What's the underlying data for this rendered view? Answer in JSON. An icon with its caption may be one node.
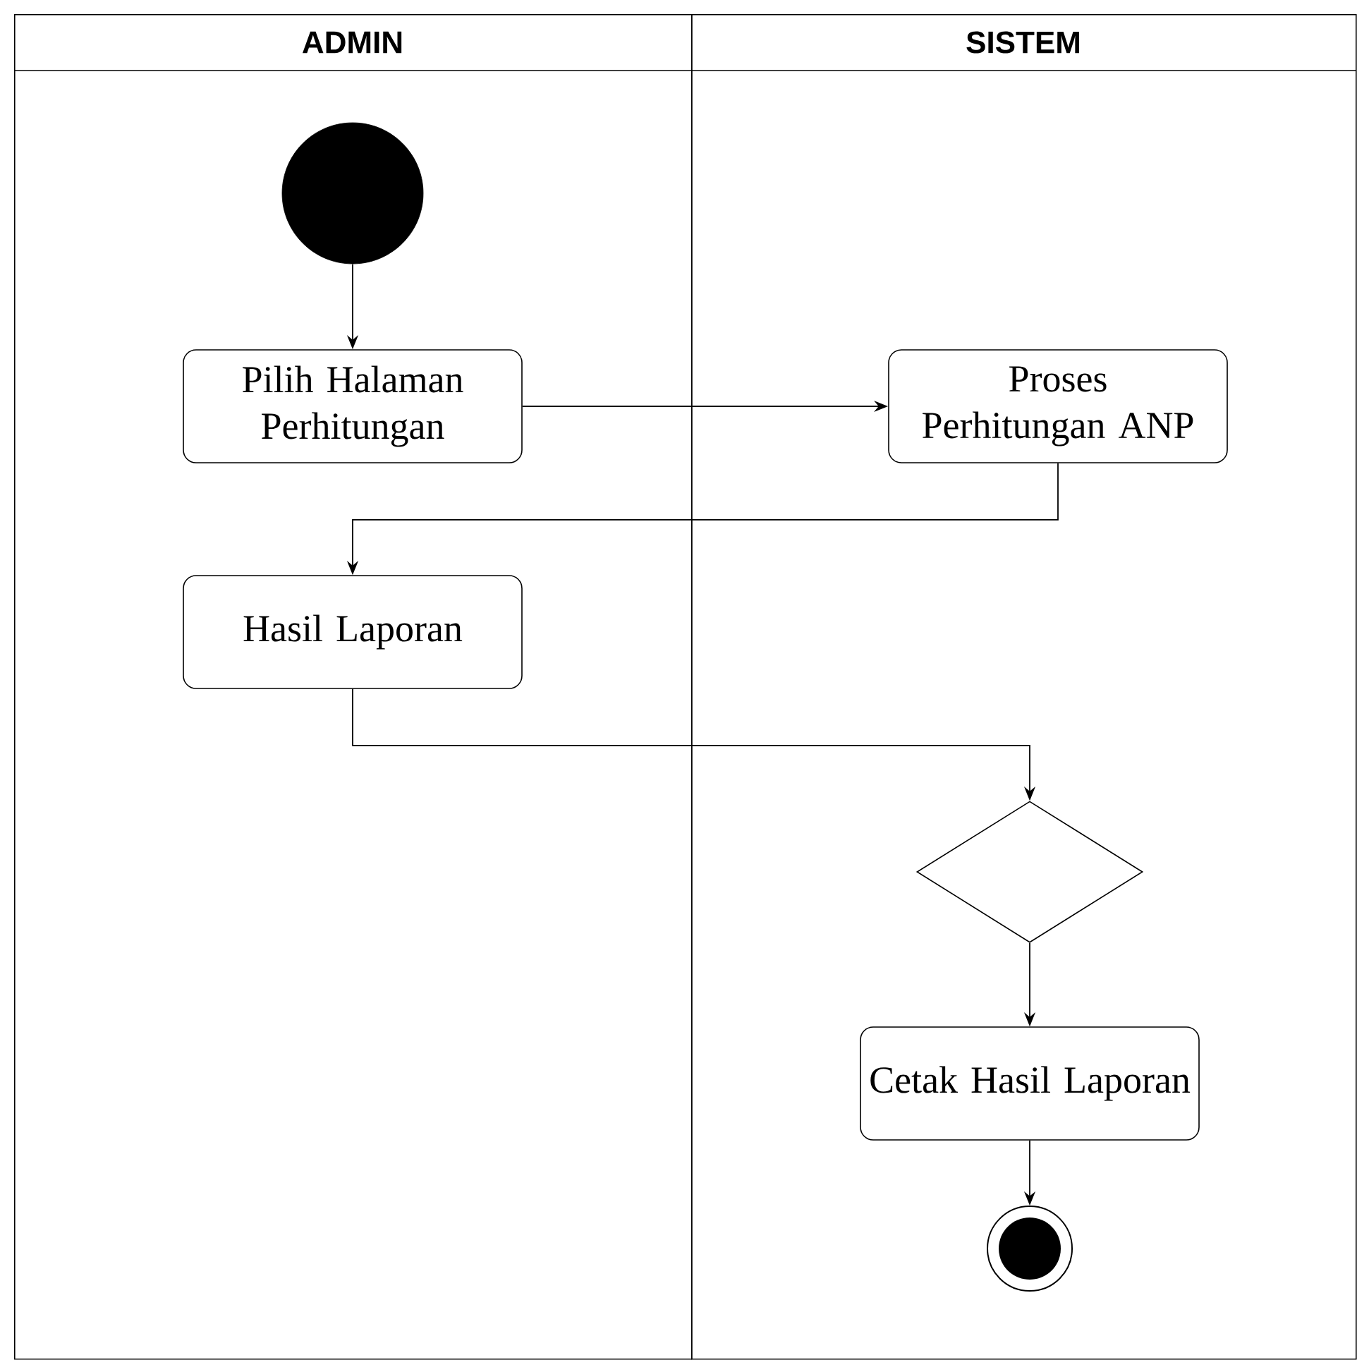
{
  "diagram": {
    "nodes": [
      {
        "text": [
          "ADMIN"
        ]
      },
      {
        "text": [
          "SISTEM"
        ]
      },
      {
        "text": [],
        "shape": "circle",
        "in": 0
      },
      {
        "text": [
          "Pilih Halaman Perhitungan"
        ],
        "in": 0
      },
      {
        "text": [
          "Proses Perhitungan ANP"
        ],
        "in": 1
      },
      {
        "text": [
          "Hasil Laporan"
        ],
        "in": 0
      },
      {
        "text": [],
        "shape": "diamond",
        "in": 1
      },
      {
        "text": [
          "Cetak Hasil Laporan"
        ],
        "in": 1
      },
      {
        "text": [],
        "shape": "bullseye",
        "in": 1
      }
    ],
    "edges": [
      {
        "from": 2,
        "to": 3,
        "arrow": "to"
      },
      {
        "from": 3,
        "to": 4,
        "arrow": "to"
      },
      {
        "from": 4,
        "to": 5,
        "arrow": "to"
      },
      {
        "from": 5,
        "to": 6,
        "arrow": "to"
      },
      {
        "from": 6,
        "to": 7,
        "arrow": "to"
      },
      {
        "from": 7,
        "to": 8,
        "arrow": "to"
      }
    ]
  }
}
